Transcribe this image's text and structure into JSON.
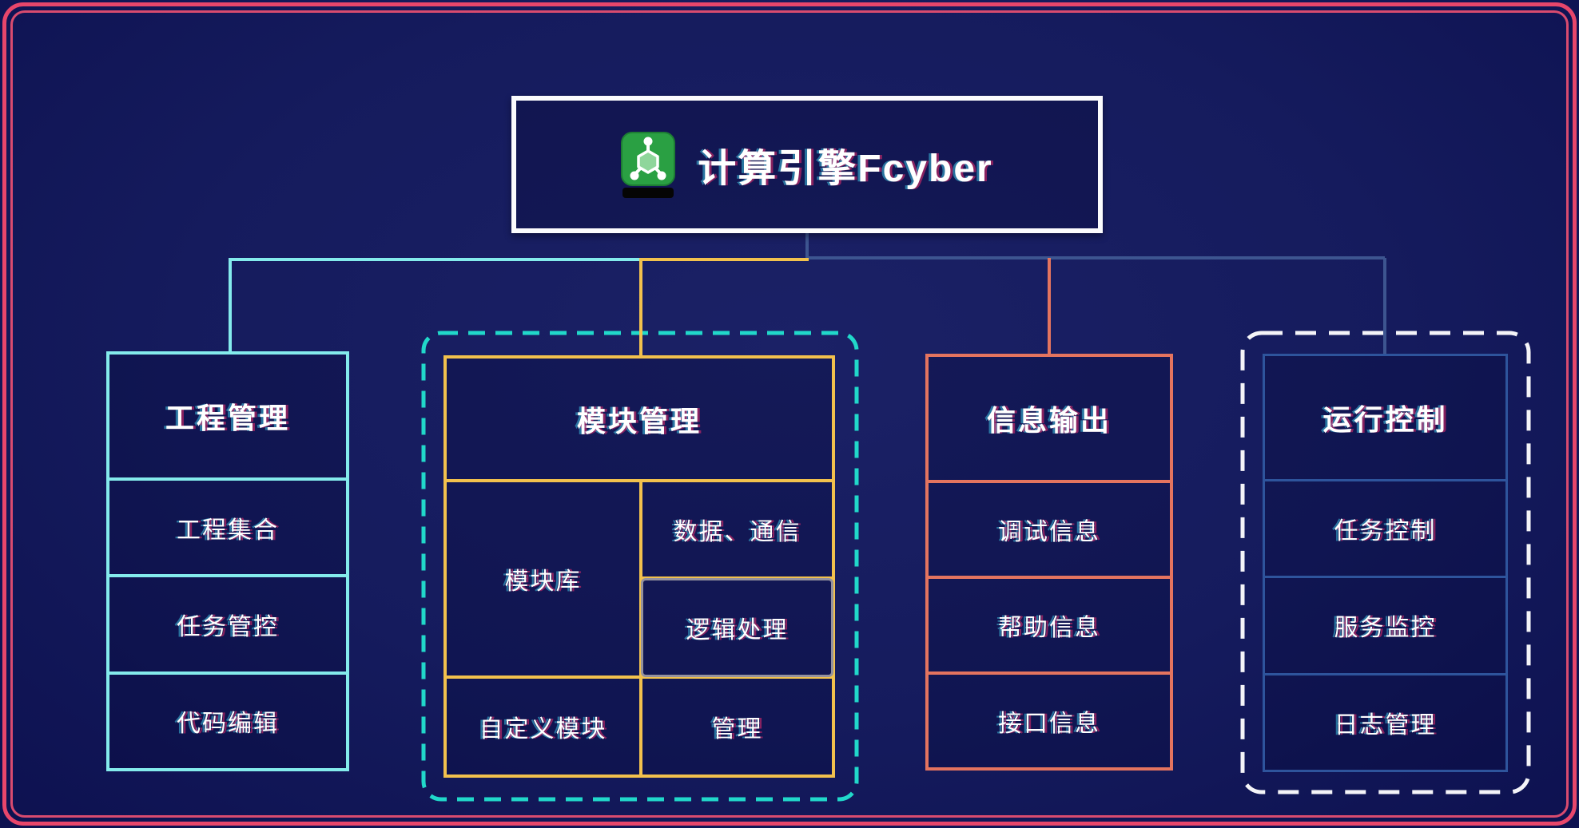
{
  "title": {
    "text": "计算引擎Fcyber",
    "icon": "molecule-app-icon"
  },
  "colors": {
    "background": "#151b5d",
    "frame_pink": "#e8466b",
    "cyan": "#84ebec",
    "teal_dashed": "#21d8ca",
    "yellow": "#f2c14d",
    "coral": "#e4745f",
    "slate_blue": "#3d5590",
    "inner_blue": "#2e549c",
    "white": "#fbfbfd",
    "icon_green": "#2aa043"
  },
  "groups": [
    {
      "id": "project",
      "header": "工程管理",
      "items": [
        "工程集合",
        "任务管控",
        "代码编辑"
      ]
    },
    {
      "id": "module",
      "header": "模块管理",
      "cells": {
        "library": "模块库",
        "data_comm": "数据、通信",
        "logic": "逻辑处理",
        "custom": "自定义模块",
        "manage": "管理"
      }
    },
    {
      "id": "info",
      "header": "信息输出",
      "items": [
        "调试信息",
        "帮助信息",
        "接口信息"
      ]
    },
    {
      "id": "run",
      "header": "运行控制",
      "items": [
        "任务控制",
        "服务监控",
        "日志管理"
      ]
    }
  ]
}
